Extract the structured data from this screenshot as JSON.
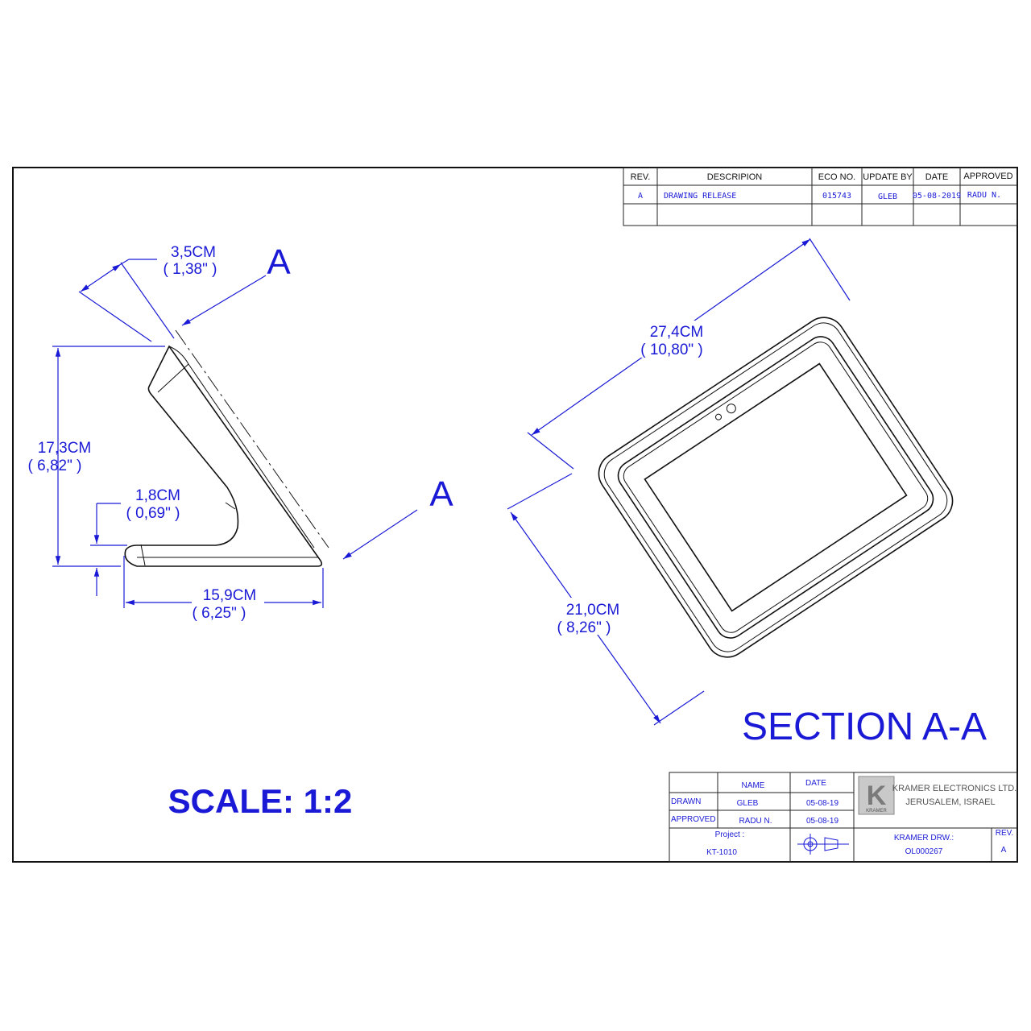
{
  "revision_table": {
    "headers": [
      "REV.",
      "DESCRIPION",
      "ECO NO.",
      "UPDATE BY",
      "DATE",
      "APPROVED"
    ],
    "row": [
      "A",
      "DRAWING RELEASE",
      "015743",
      "GLEB",
      "05-08-2019",
      "RADU N."
    ]
  },
  "side_view": {
    "depth_cm": "3,5CM",
    "depth_in": "( 1,38\" )",
    "height_cm": "17,3CM",
    "height_in": "( 6,82\" )",
    "base_cm": "1,8CM",
    "base_in": "( 0,69\" )",
    "length_cm": "15,9CM",
    "length_in": "( 6,25\" )",
    "section_mark": "A"
  },
  "front_view": {
    "width_cm": "27,4CM",
    "width_in": "( 10,80\" )",
    "height_cm": "21,0CM",
    "height_in": "( 8,26\" )",
    "section_label": "SECTION A-A"
  },
  "scale_label": "SCALE: 1:2",
  "title_block": {
    "name_header": "NAME",
    "date_header": "DATE",
    "drawn_label": "DRAWN",
    "drawn_name": "GLEB",
    "drawn_date": "05-08-19",
    "approved_label": "APPROVED",
    "approved_name": "RADU N.",
    "approved_date": "05-08-19",
    "project_label": "Project :",
    "project_value": "KT-1010",
    "company_name": "KRAMER ELECTRONICS LTD.",
    "company_location": "JERUSALEM, ISRAEL",
    "drawing_label": "KRAMER DRW.:",
    "drawing_number": "OL000267",
    "rev_label": "REV.",
    "rev_value": "A",
    "logo_letter": "K",
    "logo_wordmark": "KRAMER"
  },
  "colors": {
    "annotation": "#1a1ad6",
    "line": "#111111"
  }
}
